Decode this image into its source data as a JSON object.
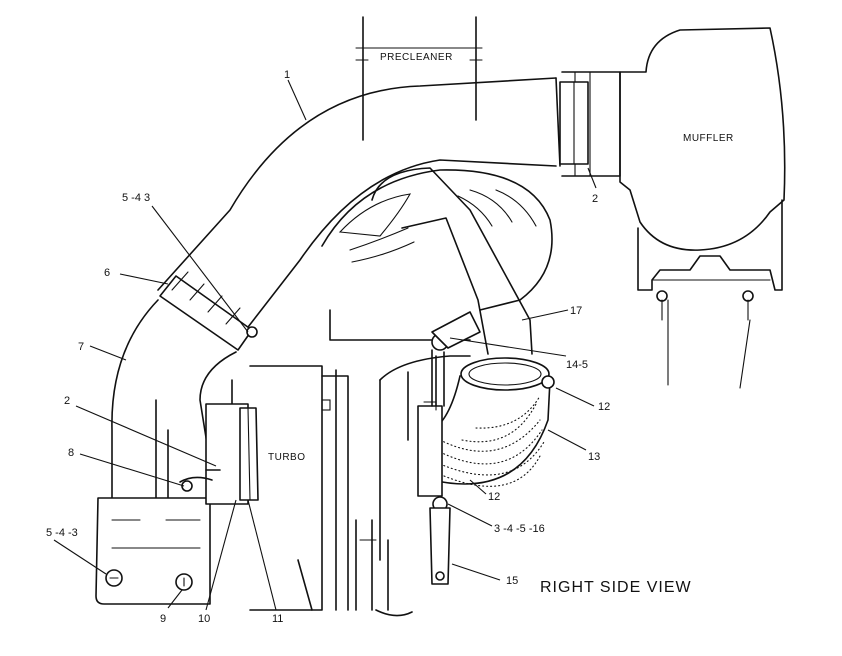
{
  "diagram": {
    "view_title": "RIGHT SIDE VIEW",
    "component_labels": {
      "precleaner": "PRECLEANER",
      "muffler": "MUFFLER",
      "turbo": "TURBO"
    },
    "callouts": [
      {
        "id": "c1",
        "text": "1"
      },
      {
        "id": "c2a",
        "text": "2"
      },
      {
        "id": "c543a",
        "text": "5 -4 3"
      },
      {
        "id": "c6",
        "text": "6"
      },
      {
        "id": "c7",
        "text": "7"
      },
      {
        "id": "c17",
        "text": "17"
      },
      {
        "id": "c145",
        "text": "14-5"
      },
      {
        "id": "c12a",
        "text": "12"
      },
      {
        "id": "c2b",
        "text": "2"
      },
      {
        "id": "c8",
        "text": "8"
      },
      {
        "id": "c13",
        "text": "13"
      },
      {
        "id": "c12b",
        "text": "12"
      },
      {
        "id": "c34516",
        "text": "3 -4 -5 -16"
      },
      {
        "id": "c543b",
        "text": "5 -4 -3"
      },
      {
        "id": "c15",
        "text": "15"
      },
      {
        "id": "c9",
        "text": "9"
      },
      {
        "id": "c10",
        "text": "10"
      },
      {
        "id": "c11",
        "text": "11"
      }
    ]
  }
}
